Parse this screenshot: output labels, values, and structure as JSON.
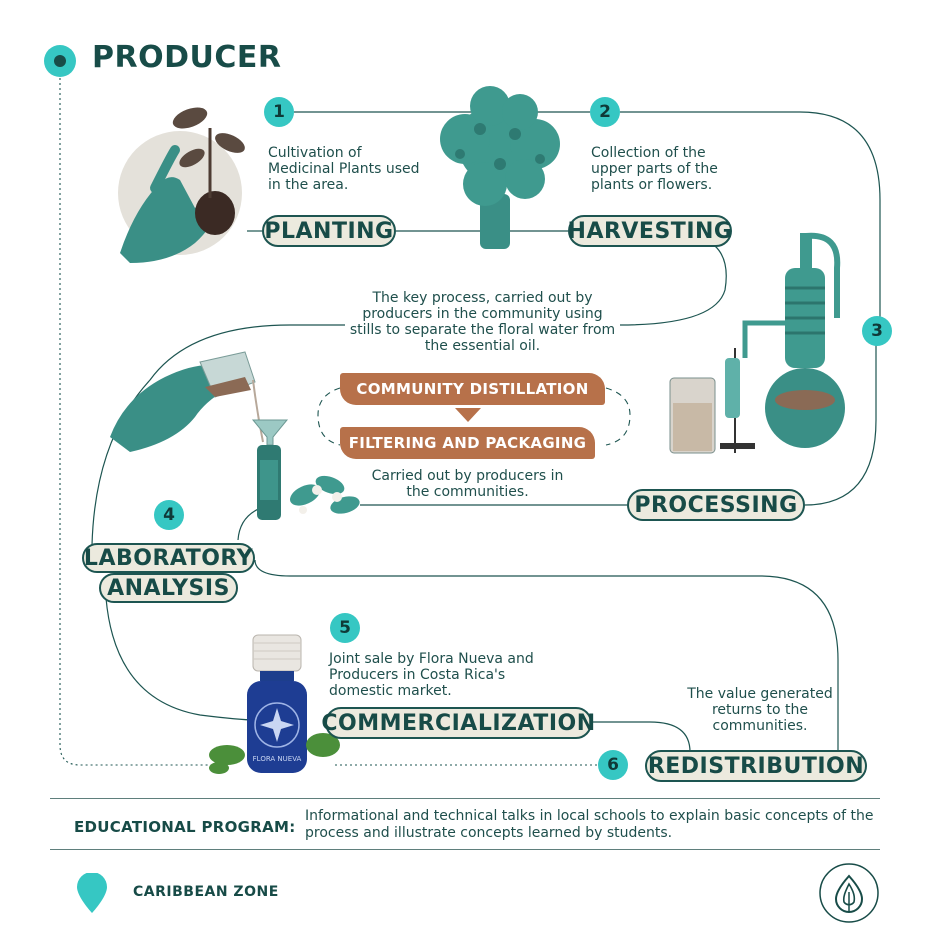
{
  "title": "PRODUCER",
  "steps": [
    {
      "number": "1",
      "label": "PLANTING",
      "description": "Cultivation of Medicinal Plants used in the area."
    },
    {
      "number": "2",
      "label": "HARVESTING",
      "description": "Collection of the upper parts of the plants or flowers."
    },
    {
      "number": "3",
      "label": "PROCESSING",
      "description_top": "The key process, carried out by producers in the community using stills to separate the floral water from the essential oil.",
      "sub1": "COMMUNITY DISTILLATION",
      "sub2": "FILTERING AND PACKAGING",
      "description_bottom": "Carried out by producers in the communities."
    },
    {
      "number": "4",
      "label_line1": "LABORATORY",
      "label_line2": "ANALYSIS"
    },
    {
      "number": "5",
      "label": "COMMERCIALIZATION",
      "description": "Joint sale by Flora Nueva and Producers in Costa Rica's domestic market."
    },
    {
      "number": "6",
      "label": "REDISTRIBUTION",
      "description": "The value generated returns to the communities."
    }
  ],
  "bottle_brand": "FLORA NUEVA",
  "educational": {
    "label": "EDUCATIONAL PROGRAM:",
    "text": "Informational and technical talks in local schools to explain basic concepts of the process and illustrate concepts learned by students."
  },
  "zone": "CARIBBEAN ZONE",
  "colors": {
    "teal": "#36c7c3",
    "dark_teal": "#184c48",
    "pill_bg": "#eceade",
    "brown": "#b7714a",
    "plant": "#3a8f86"
  },
  "icons": [
    "location-pin-icon",
    "drop-leaf-icon"
  ]
}
